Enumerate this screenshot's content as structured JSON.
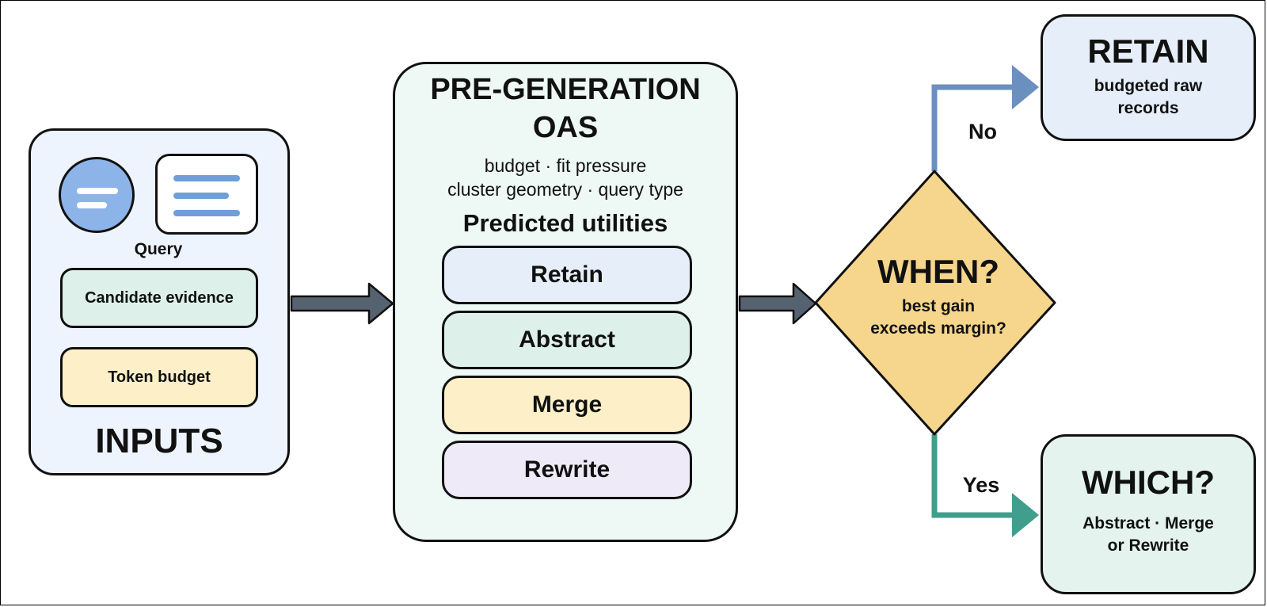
{
  "inputs": {
    "query_label": "Query",
    "candidate_label": "Candidate evidence",
    "budget_label": "Token budget",
    "title": "INPUTS"
  },
  "oas": {
    "title_line1": "PRE-GENERATION",
    "title_line2": "OAS",
    "subtitle_line1": "budget · fit pressure",
    "subtitle_line2": "cluster geometry · query type",
    "utilities_title": "Predicted utilities",
    "options": [
      "Retain",
      "Abstract",
      "Merge",
      "Rewrite"
    ]
  },
  "decision": {
    "title": "WHEN?",
    "subtitle_line1": "best gain",
    "subtitle_line2": "exceeds margin?",
    "no_label": "No",
    "yes_label": "Yes"
  },
  "retain": {
    "title": "RETAIN",
    "subtitle_line1": "budgeted raw",
    "subtitle_line2": "records"
  },
  "which": {
    "title": "WHICH?",
    "subtitle_line1": "Abstract · Merge",
    "subtitle_line2": "or Rewrite"
  },
  "colors": {
    "inputs_bg": "#eef4fd",
    "oas_bg": "#eef8f5",
    "retain_bg": "#e6eef9",
    "abstract_bg": "#ddf1ea",
    "merge_bg": "#fdf0c8",
    "rewrite_bg": "#efeaf8",
    "diamond_fill": "#f6d58c",
    "no_branch": "#6b8fbf",
    "yes_branch": "#3f9e8c",
    "main_arrow": "#556270"
  }
}
